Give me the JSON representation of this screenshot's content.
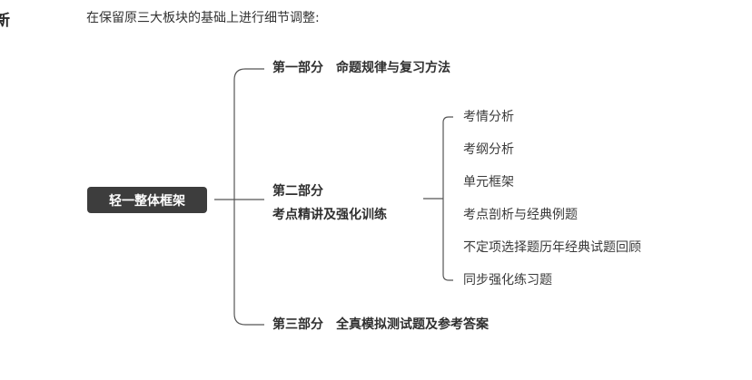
{
  "header": {
    "cut_heading": "新",
    "intro": "在保留原三大板块的基础上进行细节调整:"
  },
  "tree": {
    "root": "轻一整体框架",
    "branches": [
      {
        "part": "第一部分",
        "title": "命题规律与复习方法"
      },
      {
        "part": "第二部分",
        "title": "考点精讲及强化训练"
      },
      {
        "part": "第三部分",
        "title": "全真模拟测试题及参考答案"
      }
    ],
    "sub_items": [
      "考情分析",
      "考纲分析",
      "单元框架",
      "考点剖析与经典例题",
      "不定项选择题历年经典试题回顾",
      "同步强化练习题"
    ]
  },
  "colors": {
    "line": "#555555",
    "root_bg": "#3d3d3d",
    "text": "#333333"
  }
}
